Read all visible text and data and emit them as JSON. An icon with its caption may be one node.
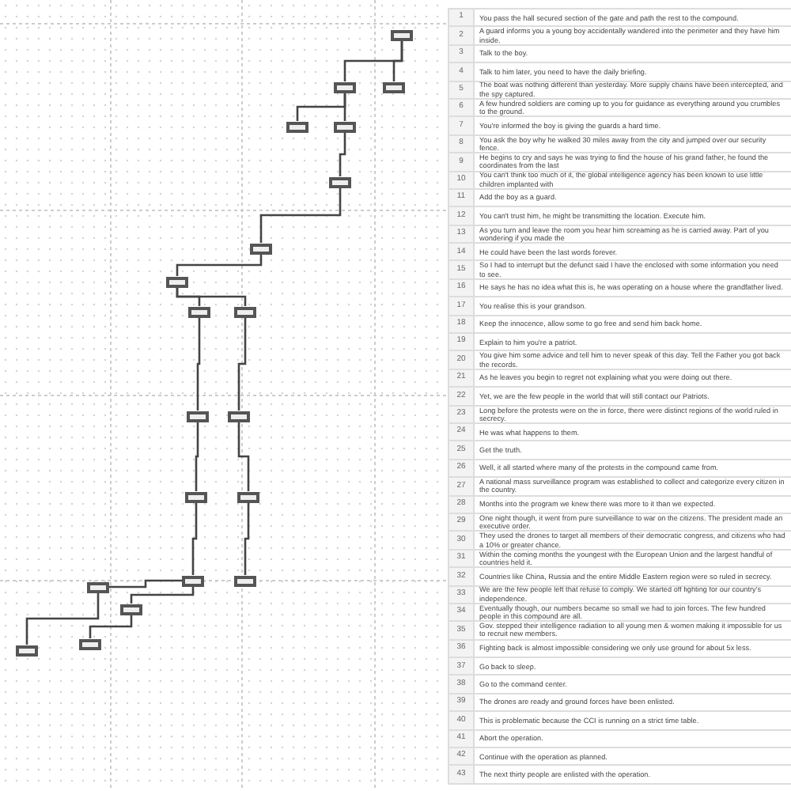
{
  "diagram": {
    "nodes": [
      {
        "text": [],
        "shape": "box"
      },
      {
        "text": [],
        "shape": "box"
      },
      {
        "text": [],
        "shape": "box"
      },
      {
        "text": [],
        "shape": "box"
      },
      {
        "text": [],
        "shape": "box"
      },
      {
        "text": [],
        "shape": "box"
      },
      {
        "text": [],
        "shape": "box"
      },
      {
        "text": [],
        "shape": "box"
      },
      {
        "text": [],
        "shape": "box"
      },
      {
        "text": [],
        "shape": "box"
      },
      {
        "text": [],
        "shape": "box"
      },
      {
        "text": [],
        "shape": "box"
      },
      {
        "text": [],
        "shape": "box"
      },
      {
        "text": [],
        "shape": "box"
      },
      {
        "text": [],
        "shape": "box"
      },
      {
        "text": [],
        "shape": "box"
      },
      {
        "text": [],
        "shape": "box"
      },
      {
        "text": [],
        "shape": "box"
      },
      {
        "text": [],
        "shape": "box"
      },
      {
        "text": [],
        "shape": "box"
      }
    ],
    "edges": [
      {
        "from": 0,
        "to": 1,
        "arrow": "none"
      },
      {
        "from": 0,
        "to": 2,
        "arrow": "none"
      },
      {
        "from": 1,
        "to": 3,
        "arrow": "none"
      },
      {
        "from": 1,
        "to": 4,
        "arrow": "none"
      },
      {
        "from": 4,
        "to": 5,
        "arrow": "none"
      },
      {
        "from": 5,
        "to": 6,
        "arrow": "none"
      },
      {
        "from": 6,
        "to": 7,
        "arrow": "none"
      },
      {
        "from": 7,
        "to": 8,
        "arrow": "none"
      },
      {
        "from": 7,
        "to": 9,
        "arrow": "none"
      },
      {
        "from": 8,
        "to": 10,
        "arrow": "none"
      },
      {
        "from": 9,
        "to": 11,
        "arrow": "none"
      },
      {
        "from": 10,
        "to": 12,
        "arrow": "none"
      },
      {
        "from": 11,
        "to": 13,
        "arrow": "none"
      },
      {
        "from": 12,
        "to": 14,
        "arrow": "none"
      },
      {
        "from": 13,
        "to": 15,
        "arrow": "none"
      },
      {
        "from": 14,
        "to": 16,
        "arrow": "none"
      },
      {
        "from": 14,
        "to": 17,
        "arrow": "none"
      },
      {
        "from": 16,
        "to": 18,
        "arrow": "none"
      },
      {
        "from": 17,
        "to": 19,
        "arrow": "none"
      }
    ],
    "labels": [
      "1",
      "You pass the hall secured section of the gate and path the rest to the compound.",
      "2",
      "A guard informs you a young boy accidentally wandered into the perimeter and they have him inside.",
      "3",
      "Talk to the boy.",
      "4",
      "Talk to him later, you need to have the daily briefing.",
      "5",
      "The boat was nothing different than yesterday. More supply chains have been intercepted, and the spy captured.",
      "6",
      "A few hundred soldiers are coming up to you for guidance as everything around you crumbles to the ground.",
      "7",
      "You're informed the boy is giving the guards a hard time.",
      "8",
      "You ask the boy why he walked 30 miles away from the city and jumped over our security fence.",
      "9",
      "He begins to cry and says he was trying to find the house of his grand father, he found the coordinates from the last",
      "10",
      "You can't think too much of it, the global intelligence agency has been known to use little children implanted with",
      "11",
      "Add the boy as a guard.",
      "12",
      "You can't trust him, he might be transmitting the location. Execute him.",
      "13",
      "As you turn and leave the room you hear him screaming as he is carried away. Part of you wondering if you made the",
      "14",
      "He could have been the last words forever.",
      "15",
      "So I had to interrupt but the defunct said I have the enclosed with some information you need to see.",
      "16",
      "He says he has no idea what this is, he was operating on a house where the grandfather lived.",
      "17",
      "You realise this is your grandson.",
      "18",
      "Keep the innocence, allow some to go free and send him back home.",
      "19",
      "Explain to him you're a patriot.",
      "20",
      "You give him some advice and tell him to never speak of this day. Tell the Father you got back the records.",
      "21",
      "As he leaves you begin to regret not explaining what you were doing out there.",
      "22",
      "Yet, we are the few people in the world that will still contact our Patriots.",
      "23",
      "Long before the protests were on the in force, there were distinct regions of the world ruled in secrecy.",
      "24",
      "He was what happens to them.",
      "25",
      "Get the truth.",
      "26",
      "Well, it all started where many of the protests in the compound came from.",
      "27",
      "A national mass surveillance program was established to collect and categorize every citizen in the country.",
      "28",
      "Months into the program we knew there was more to it than we expected.",
      "29",
      "One night though, it went from pure surveillance to war on the citizens. The president made an executive order.",
      "30",
      "They used the drones to target all members of their democratic congress, and citizens who had a 10% or greater chance.",
      "31",
      "Within the coming months the youngest with the European Union and the largest handful of countries held it.",
      "32",
      "Countries like China, Russia and the entire Middle Eastern region were so ruled in secrecy.",
      "33",
      "We are the few people left that refuse to comply. We started off fighting for our country's independence.",
      "34",
      "Eventually though, our numbers became so small we had to join forces. The few hundred people in this compound are all.",
      "35",
      "Gov. stepped their intelligence radiation to all young men & women making it impossible for us to recruit new members.",
      "36",
      "Fighting back is almost impossible considering we only use ground for about 5x less.",
      "37",
      "Go back to sleep.",
      "38",
      "Go to the command center.",
      "39",
      "The drones are ready and ground forces have been enlisted.",
      "40",
      "This is problematic because the CCI is running on a strict time table.",
      "41",
      "Abort the operation.",
      "42",
      "Continue with the operation as planned.",
      "43",
      "The next thirty people are enlisted with the operation."
    ]
  }
}
